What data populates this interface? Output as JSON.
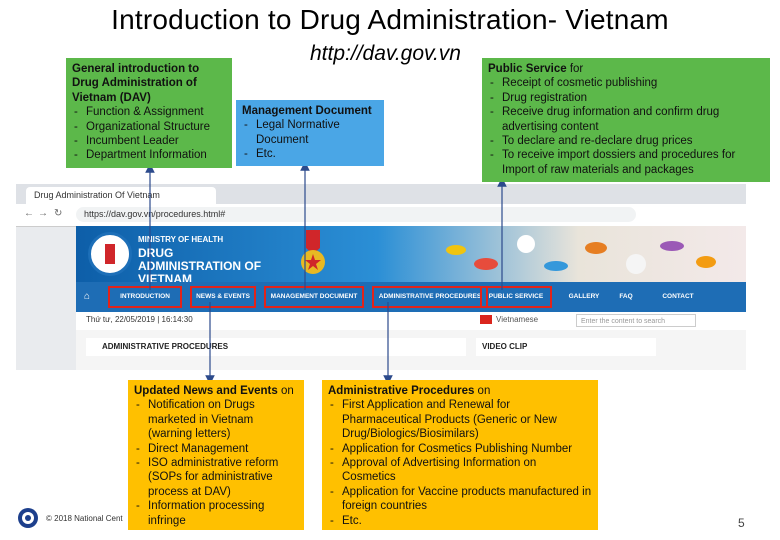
{
  "title": "Introduction to Drug Administration- Vietnam",
  "url": "http://dav.gov.vn",
  "general_intro": {
    "heading_lines": [
      "General introduction to",
      "Drug Administration of",
      "Vietnam (DAV)"
    ],
    "items": [
      "Function & Assignment",
      "Organizational Structure",
      "Incumbent Leader",
      "Department Information"
    ]
  },
  "management_document": {
    "heading": "Management Document",
    "items": [
      "Legal Normative Document",
      "Etc."
    ]
  },
  "public_service": {
    "heading_bold": "Public Service",
    "heading_rest": " for",
    "items": [
      "Receipt of cosmetic publishing",
      "Drug registration",
      "Receive drug information and confirm drug advertising content",
      "To declare and re-declare drug prices",
      "To receive import dossiers and procedures for Import of raw materials and packages"
    ]
  },
  "updated_news": {
    "heading_bold": "Updated News and Events",
    "heading_rest": " on",
    "items": [
      "Notification on Drugs marketed in Vietnam (warning letters)",
      "Direct Management",
      "ISO administrative reform (SOPs for administrative process at DAV)",
      "Information processing infringe"
    ]
  },
  "administrative_procedures": {
    "heading_bold": "Administrative Procedures",
    "heading_rest": " on",
    "items": [
      "First Application and Renewal for Pharmaceutical Products (Generic or New Drug/Biologics/Biosimilars)",
      "Application for Cosmetics Publishing Number",
      "Approval of Advertising Information on Cosmetics",
      "Application for Vaccine products manufactured in foreign countries",
      "Etc."
    ]
  },
  "browser": {
    "tab_title": "Drug Administration Of Vietnam",
    "address": "https://dav.gov.vn/procedures.html#",
    "ministry": "MINISTRY OF HEALTH",
    "site_name": "DRUG ADMINISTRATION OF VIETNAM",
    "nav": [
      "INTRODUCTION",
      "NEWS & EVENTS",
      "MANAGEMENT DOCUMENT",
      "ADMINISTRATIVE PROCEDURES",
      "PUBLIC SERVICE",
      "GALLERY",
      "FAQ",
      "CONTACT"
    ],
    "date": "Thứ tư, 22/05/2019 | 16:14:30",
    "language": "Vietnamese",
    "search_placeholder": "Enter the content to search",
    "section_title": "ADMINISTRATIVE PROCEDURES",
    "video_title": "VIDEO CLIP"
  },
  "footer": "© 2018 National Cent",
  "page_number": "5",
  "colors": {
    "green": "#5cb84a",
    "blue": "#4aa6e6",
    "yellow": "#ffc000",
    "nav": "#1e6db5",
    "highlight": "#e2231a"
  }
}
